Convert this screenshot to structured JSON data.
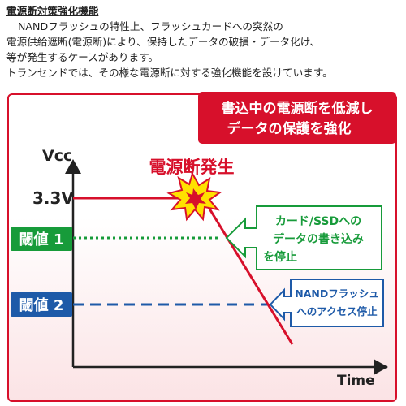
{
  "intro": {
    "heading": "電源断対策強化機能",
    "line1": "NANDフラッシュの特性上、フラッシュカードへの突然の",
    "line2": "電源供給遮断(電源断)により、保持したデータの破損・データ化け、",
    "line3": "等が発生するケースがあります。",
    "line4": "トランセンドでは、その様な電源断に対する強化機能を設けています。"
  },
  "banner": {
    "line1": "書込中の電源断を低減し",
    "line2": "データの保護を強化"
  },
  "axis": {
    "y_label": "Vcc",
    "x_label": "Time",
    "voltage_label": "3.3V"
  },
  "power_loss": {
    "label": "電源断発生"
  },
  "threshold1": {
    "label": "閾値 1",
    "callout_line1": "カード/SSDへの",
    "callout_line2": "データの書き込み",
    "callout_line3": "を停止"
  },
  "threshold2": {
    "label": "閾値 2",
    "callout_line1": "NANDフラッシュ",
    "callout_line2": "へのアクセス停止"
  },
  "colors": {
    "red": "#d7102b",
    "green": "#179b3a",
    "blue": "#1e5aa8",
    "burst": "#ffe100"
  }
}
